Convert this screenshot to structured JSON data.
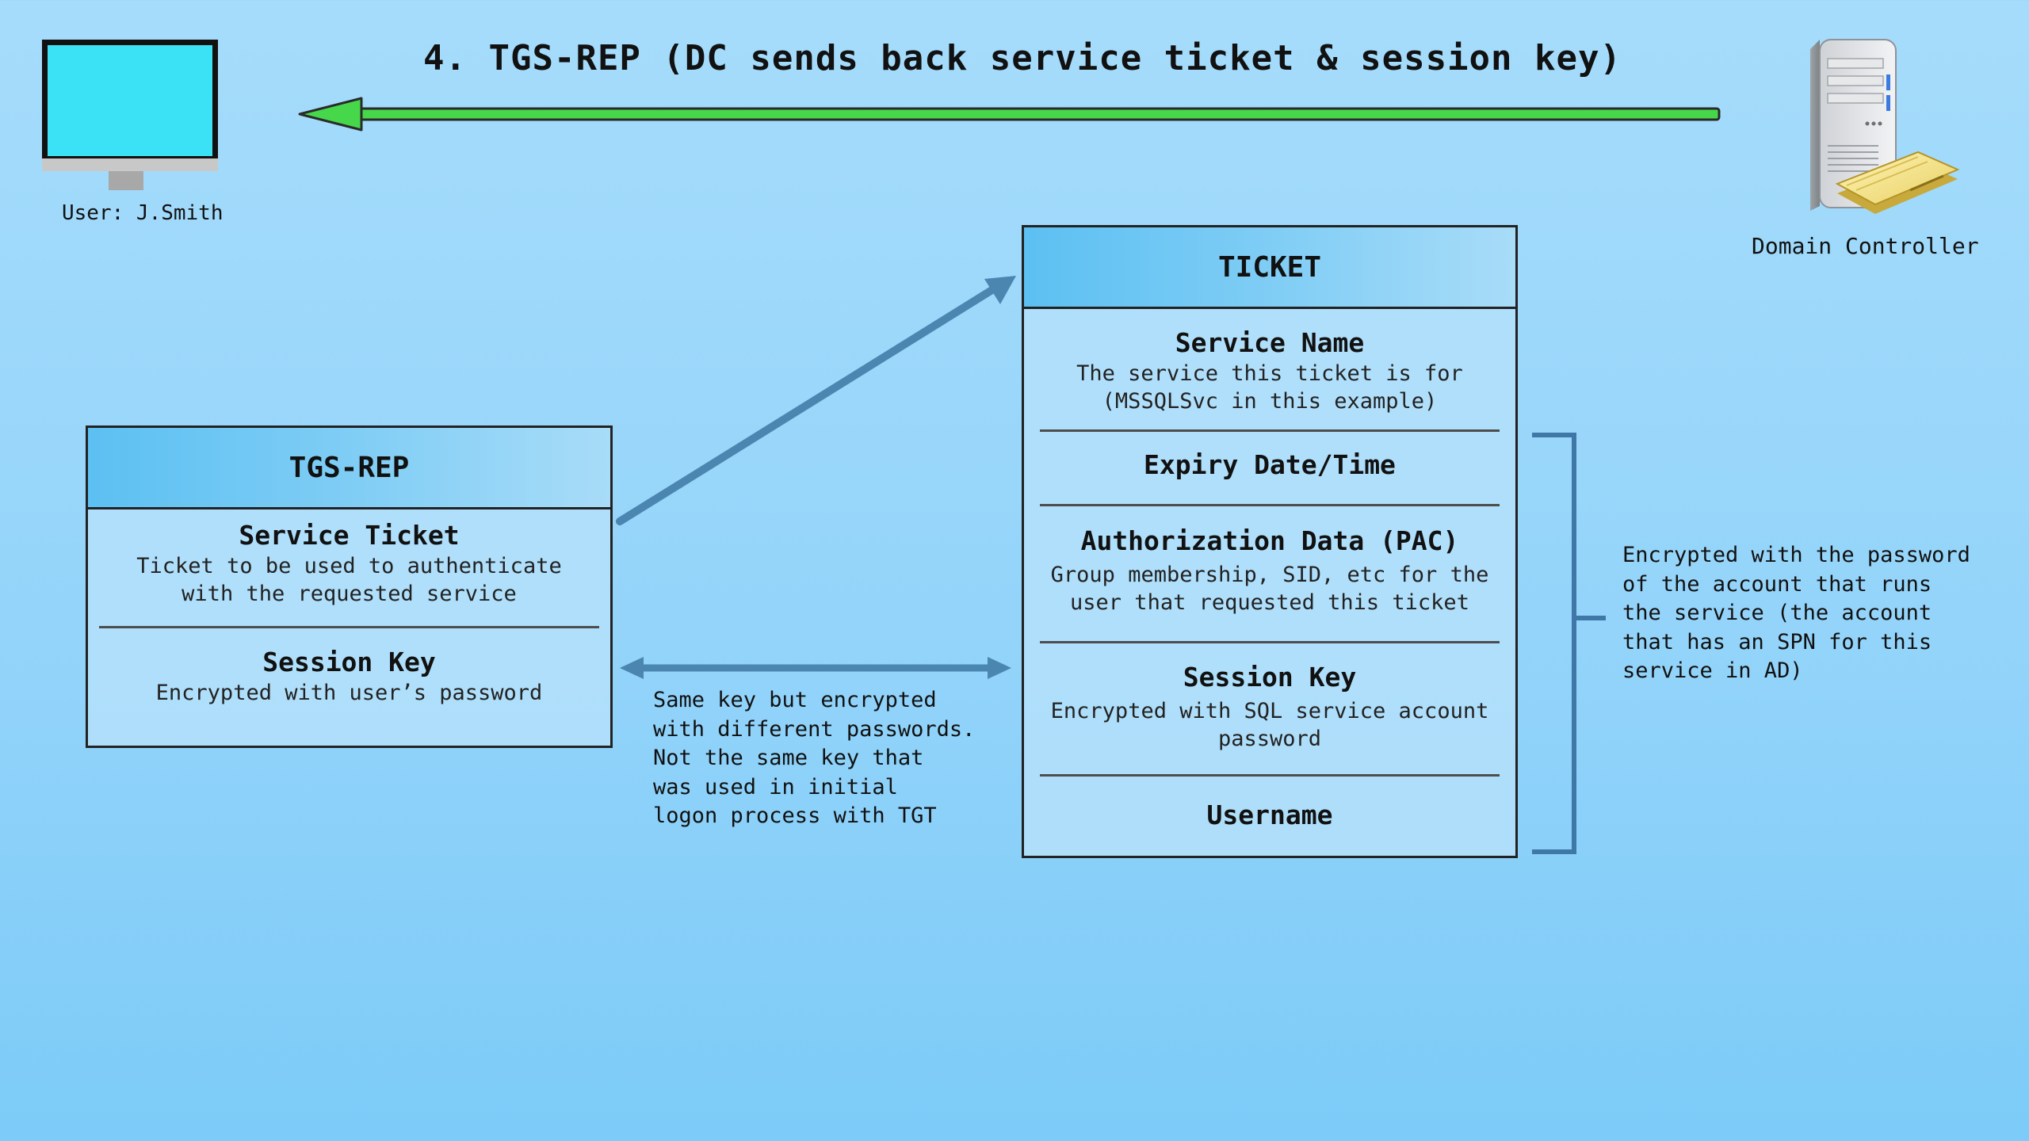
{
  "title": "4. TGS-REP (DC sends back service ticket & session key)",
  "client": {
    "label": "User: J.Smith",
    "icon": "computer-monitor-icon"
  },
  "server": {
    "label": "Domain Controller",
    "icon": "server-icon"
  },
  "tgs_rep": {
    "header": "TGS-REP",
    "fields": [
      {
        "title": "Service Ticket",
        "desc": "Ticket to be used to authenticate with the requested service"
      },
      {
        "title": "Session Key",
        "desc": "Encrypted with user’s password"
      }
    ]
  },
  "ticket": {
    "header": "TICKET",
    "fields": [
      {
        "title": "Service Name",
        "desc": "The service this ticket is for (MSSQLSvc in this example)"
      },
      {
        "title": "Expiry Date/Time",
        "desc": ""
      },
      {
        "title": "Authorization Data (PAC)",
        "desc": "Group membership, SID, etc for the user that requested this ticket"
      },
      {
        "title": "Session Key",
        "desc": "Encrypted with SQL service account password"
      },
      {
        "title": "Username",
        "desc": ""
      }
    ]
  },
  "notes": {
    "session_key_note": "Same key but encrypted\nwith different passwords.\nNot the same key that\nwas used in initial\nlogon process with TGT",
    "encryption_note": "Encrypted with the password\nof the account that runs\nthe service (the account\nthat has an SPN for this\nservice in AD)"
  },
  "colors": {
    "reply_arrow": "#46d84a",
    "connector": "#4a86b0",
    "bracket": "#3f78a6",
    "monitor_screen": "#3be2f5"
  }
}
